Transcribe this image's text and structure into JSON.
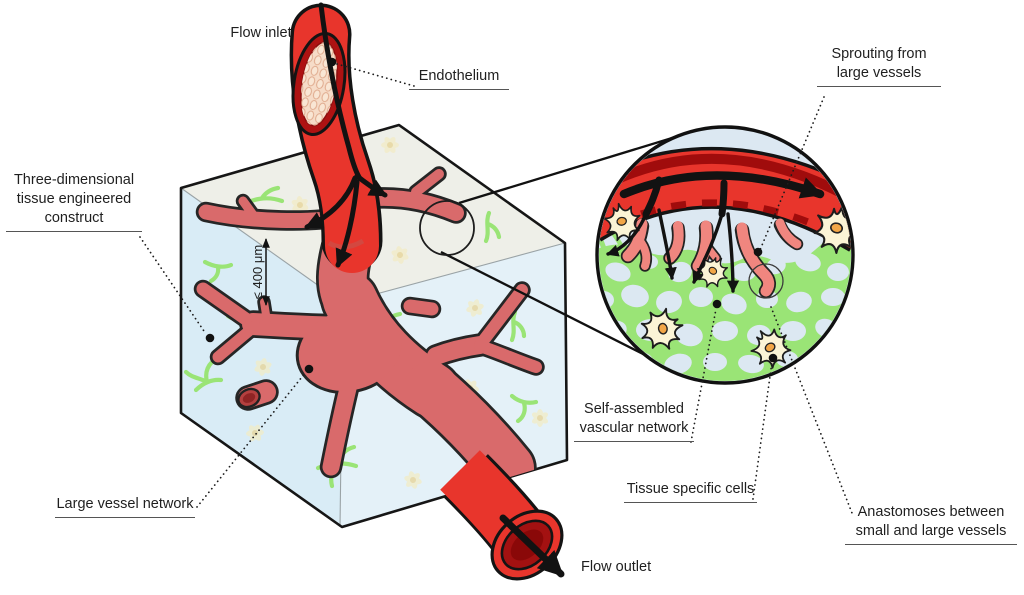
{
  "labels": {
    "flow_inlet": "Flow inlet",
    "endothelium": "Endothelium",
    "construct_line1": "Three-dimensional",
    "construct_line2": "tissue engineered",
    "construct_line3": "construct",
    "size_annotation": "≤ 400 μm",
    "large_vessel_network": "Large vessel network",
    "flow_outlet": "Flow outlet",
    "sprouting_line1": "Sprouting from",
    "sprouting_line2": "large vessels",
    "self_assembled_line1": "Self-assembled",
    "self_assembled_line2": "vascular network",
    "tissue_specific_cells": "Tissue specific cells",
    "anastomoses_line1": "Anastomoses between",
    "anastomoses_line2": "small and large vessels"
  },
  "colors": {
    "vessel_red": "#e8352c",
    "vessel_muted": "#d96a6b",
    "vessel_dark": "#a00c0c",
    "sprout_pink": "#f0867f",
    "capillary_green": "#9ae476",
    "cell_yellow": "#fbf4d6",
    "nucleus_orange": "#f2a647",
    "cube_top": "#eeefe8",
    "cube_left": "#d9ecf6",
    "cube_right": "#e4f1f8",
    "circle_bg": "#dce8f2",
    "endothelium_pale": "#f6dcc8",
    "ink": "#1f1f1f"
  }
}
